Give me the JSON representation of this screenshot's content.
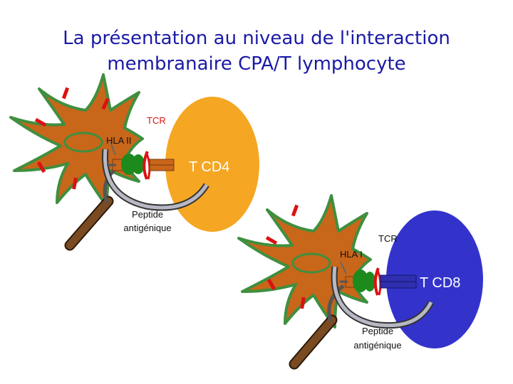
{
  "title": {
    "line1": "La présentation au niveau de l'interaction",
    "line2": "membranaire CPA/T lymphocyte"
  },
  "panel_cd4": {
    "tcr_label": "TCR",
    "hla_label": "HLA II",
    "cell_label": "T CD4",
    "peptide_label_line1": "Peptide",
    "peptide_label_line2": "antigénique",
    "cell_color": "#f5a623"
  },
  "panel_cd8": {
    "tcr_label": "TCR",
    "hla_label": "HLA I",
    "cell_label": "T CD8",
    "peptide_label_line1": "Peptide",
    "peptide_label_line2": "antigénique",
    "cell_color": "#3333cc"
  },
  "colors": {
    "title": "#1a1aa6",
    "apc_fill": "#c8661a",
    "apc_outline": "#3f8f3f",
    "peptide": "#1d8a1d",
    "receptor_tips": "#dd1111",
    "hla_orange": "#c8661a",
    "tcr_blue": "#2f2fb0",
    "magnifier_handle": "#7a4a22"
  }
}
